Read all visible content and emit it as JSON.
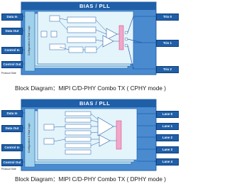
{
  "top": {
    "bias_label": "BIAS / PLL",
    "left_pins": [
      "Data In",
      "Data Out",
      "Control In",
      "Control Out"
    ],
    "right_pins": [
      "Trio 0",
      "Trio 1",
      "Trio 2"
    ],
    "protocol_label": "Protocol Side",
    "config_label": "Configuration & Glue Logic",
    "caption": "Block Diagram：MIPI C/D-PHY Combo TX ( CPHY mode )"
  },
  "bottom": {
    "bias_label": "BIAS / PLL",
    "left_pins": [
      "Data In",
      "Data Out",
      "Control In",
      "Control Out"
    ],
    "right_pins": [
      "Lane 0",
      "Lane 1",
      "Lane 2",
      "Lane 3",
      "Lane 4"
    ],
    "protocol_label": "Protocol Side",
    "config_label": "Configuration & Glue Logic",
    "caption": "Block Diagram：MIPI C/D-PHY Combo TX ( DPHY mode )"
  }
}
